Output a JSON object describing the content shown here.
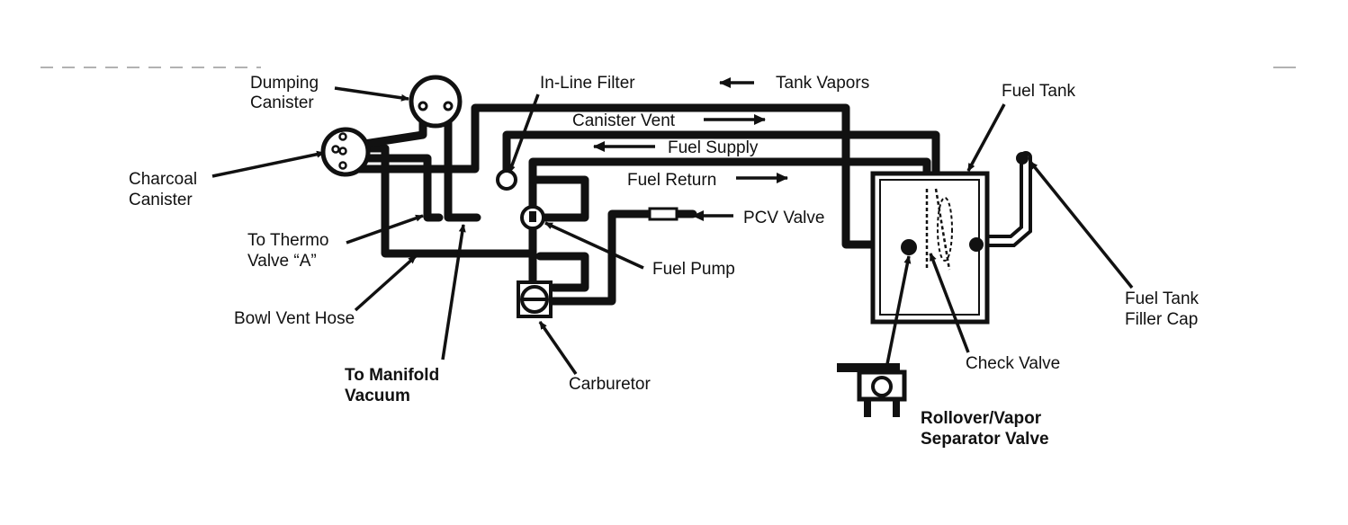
{
  "diagram": {
    "labels": {
      "dumping_canister": [
        "Dumping",
        "Canister"
      ],
      "charcoal_canister": [
        "Charcoal",
        "Canister"
      ],
      "in_line_filter": "In-Line Filter",
      "tank_vapors": "Tank Vapors",
      "fuel_tank": "Fuel Tank",
      "canister_vent": "Canister Vent",
      "fuel_supply": "Fuel Supply",
      "fuel_return": "Fuel Return",
      "pcv_valve": "PCV Valve",
      "to_thermo_valve": [
        "To Thermo",
        "Valve “A”"
      ],
      "fuel_pump": "Fuel Pump",
      "bowl_vent_hose": "Bowl Vent Hose",
      "to_manifold_vacuum": [
        "To Manifold",
        "Vacuum"
      ],
      "carburetor": "Carburetor",
      "check_valve": "Check Valve",
      "fuel_tank_filler_cap": [
        "Fuel Tank",
        "Filler Cap"
      ],
      "rollover_valve": [
        "Rollover/Vapor",
        "Separator Valve"
      ]
    }
  }
}
